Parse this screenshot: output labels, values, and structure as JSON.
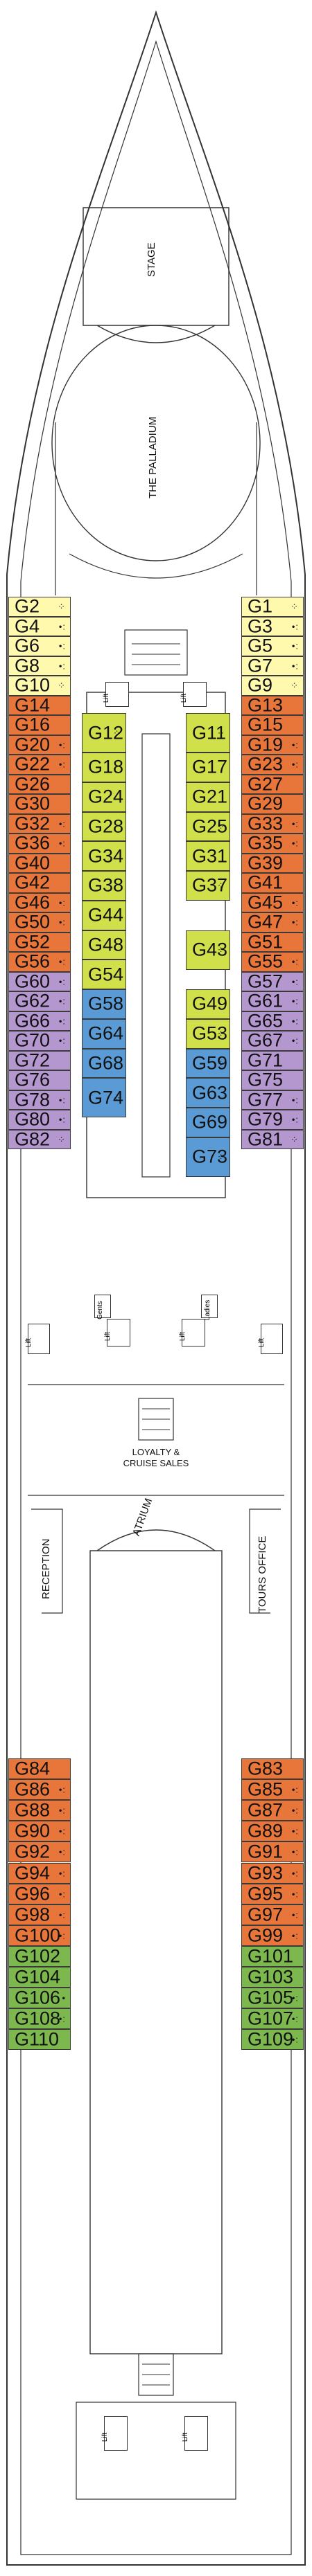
{
  "colors": {
    "yellow": "#fff9ae",
    "orange": "#e8763a",
    "lime": "#cfe04a",
    "blue": "#5b9bd5",
    "purple": "#b497cf",
    "green": "#7cb84e",
    "outline": "#3a3a3a"
  },
  "labels": {
    "stage": "STAGE",
    "palladium": "THE PALLADIUM",
    "atrium": "ATRIUM",
    "reception": "RECEPTION",
    "tours_office": "TOURS OFFICE",
    "loyalty": "LOYALTY &",
    "cruise_sales": "CRUISE SALES",
    "lift": "Lift",
    "gents": "Gents",
    "ladies": "Ladies"
  },
  "cabins": {
    "fwd_port": [
      {
        "label": "G2",
        "color": "yellow",
        "acc": "⁘"
      },
      {
        "label": "G4",
        "color": "yellow",
        "acc": "•:"
      },
      {
        "label": "G6",
        "color": "yellow",
        "acc": "•:"
      },
      {
        "label": "G8",
        "color": "yellow",
        "acc": "•:"
      },
      {
        "label": "G10",
        "color": "yellow",
        "acc": "⁘"
      },
      {
        "label": "G14",
        "color": "orange",
        "acc": ""
      },
      {
        "label": "G16",
        "color": "orange",
        "acc": ""
      },
      {
        "label": "G20",
        "color": "orange",
        "acc": "•:"
      },
      {
        "label": "G22",
        "color": "orange",
        "acc": "•:"
      },
      {
        "label": "G26",
        "color": "orange",
        "acc": ""
      },
      {
        "label": "G30",
        "color": "orange",
        "acc": ""
      },
      {
        "label": "G32",
        "color": "orange",
        "acc": "•:"
      },
      {
        "label": "G36",
        "color": "orange",
        "acc": "•:"
      },
      {
        "label": "G40",
        "color": "orange",
        "acc": ""
      },
      {
        "label": "G42",
        "color": "orange",
        "acc": ""
      },
      {
        "label": "G46",
        "color": "orange",
        "acc": "•:"
      },
      {
        "label": "G50",
        "color": "orange",
        "acc": "•:"
      },
      {
        "label": "G52",
        "color": "orange",
        "acc": ""
      },
      {
        "label": "G56",
        "color": "orange",
        "acc": "•:"
      },
      {
        "label": "G60",
        "color": "purple",
        "acc": "•:"
      },
      {
        "label": "G62",
        "color": "purple",
        "acc": "•:"
      },
      {
        "label": "G66",
        "color": "purple",
        "acc": "•:"
      },
      {
        "label": "G70",
        "color": "purple",
        "acc": "•:"
      },
      {
        "label": "G72",
        "color": "purple",
        "acc": ""
      },
      {
        "label": "G76",
        "color": "purple",
        "acc": ""
      },
      {
        "label": "G78",
        "color": "purple",
        "acc": "•:"
      },
      {
        "label": "G80",
        "color": "purple",
        "acc": "•:"
      },
      {
        "label": "G82",
        "color": "purple",
        "acc": "⁘"
      }
    ],
    "fwd_stbd": [
      {
        "label": "G1",
        "color": "yellow",
        "acc": "⁘"
      },
      {
        "label": "G3",
        "color": "yellow",
        "acc": "•:"
      },
      {
        "label": "G5",
        "color": "yellow",
        "acc": "•:"
      },
      {
        "label": "G7",
        "color": "yellow",
        "acc": "•:"
      },
      {
        "label": "G9",
        "color": "yellow",
        "acc": "⁘"
      },
      {
        "label": "G13",
        "color": "orange",
        "acc": ""
      },
      {
        "label": "G15",
        "color": "orange",
        "acc": ""
      },
      {
        "label": "G19",
        "color": "orange",
        "acc": "•:"
      },
      {
        "label": "G23",
        "color": "orange",
        "acc": "•:"
      },
      {
        "label": "G27",
        "color": "orange",
        "acc": ""
      },
      {
        "label": "G29",
        "color": "orange",
        "acc": ""
      },
      {
        "label": "G33",
        "color": "orange",
        "acc": "•:"
      },
      {
        "label": "G35",
        "color": "orange",
        "acc": "•:"
      },
      {
        "label": "G39",
        "color": "orange",
        "acc": ""
      },
      {
        "label": "G41",
        "color": "orange",
        "acc": ""
      },
      {
        "label": "G45",
        "color": "orange",
        "acc": "•:"
      },
      {
        "label": "G47",
        "color": "orange",
        "acc": "•:"
      },
      {
        "label": "G51",
        "color": "orange",
        "acc": ""
      },
      {
        "label": "G55",
        "color": "orange",
        "acc": "•:"
      },
      {
        "label": "G57",
        "color": "purple",
        "acc": "•:"
      },
      {
        "label": "G61",
        "color": "purple",
        "acc": "•:"
      },
      {
        "label": "G65",
        "color": "purple",
        "acc": "•:"
      },
      {
        "label": "G67",
        "color": "purple",
        "acc": "•:"
      },
      {
        "label": "G71",
        "color": "purple",
        "acc": ""
      },
      {
        "label": "G75",
        "color": "purple",
        "acc": ""
      },
      {
        "label": "G77",
        "color": "purple",
        "acc": "•:"
      },
      {
        "label": "G79",
        "color": "purple",
        "acc": "•:"
      },
      {
        "label": "G81",
        "color": "purple",
        "acc": "⁘"
      }
    ],
    "inner_port": [
      {
        "label": "G12",
        "color": "lime",
        "acc": "⁘",
        "units": 2
      },
      {
        "label": "G18",
        "color": "lime",
        "acc": "",
        "units": 1.5
      },
      {
        "label": "G24",
        "color": "lime",
        "acc": "",
        "units": 1.5
      },
      {
        "label": "G28",
        "color": "lime",
        "acc": "",
        "units": 1.5
      },
      {
        "label": "G34",
        "color": "lime",
        "acc": "",
        "units": 1.5
      },
      {
        "label": "G38",
        "color": "lime",
        "acc": "",
        "units": 1.5
      },
      {
        "label": "G44",
        "color": "lime",
        "acc": "",
        "units": 1.5
      },
      {
        "label": "G48",
        "color": "lime",
        "acc": "",
        "units": 1.5
      },
      {
        "label": "G54",
        "color": "lime",
        "acc": "",
        "units": 1.5
      },
      {
        "label": "G58",
        "color": "blue",
        "acc": "",
        "units": 1.5
      },
      {
        "label": "G64",
        "color": "blue",
        "acc": "",
        "units": 1.5
      },
      {
        "label": "G68",
        "color": "blue",
        "acc": "",
        "units": 1.5
      },
      {
        "label": "G74",
        "color": "blue",
        "acc": "⁘",
        "units": 2
      }
    ],
    "inner_stbd": [
      {
        "label": "G11",
        "color": "lime",
        "acc": "⁘",
        "units": 2
      },
      {
        "label": "G17",
        "color": "lime",
        "acc": "",
        "units": 1.5
      },
      {
        "label": "G21",
        "color": "lime",
        "acc": "",
        "units": 1.5
      },
      {
        "label": "G25",
        "color": "lime",
        "acc": "⁘",
        "units": 1.5
      },
      {
        "label": "G31",
        "color": "lime",
        "acc": "",
        "units": 1.5
      },
      {
        "label": "G37",
        "color": "lime",
        "acc": "⁘",
        "units": 1.5
      },
      {
        "label": "G43",
        "color": "lime",
        "acc": "⁘",
        "units": 2,
        "gap_before": 1.5
      },
      {
        "label": "G49",
        "color": "lime",
        "acc": "",
        "units": 1.5,
        "gap_before": 1
      },
      {
        "label": "G53",
        "color": "lime",
        "acc": "⁘",
        "units": 1.5
      },
      {
        "label": "G59",
        "color": "blue",
        "acc": "⁘",
        "units": 1.5
      },
      {
        "label": "G63",
        "color": "blue",
        "acc": "",
        "units": 1.5
      },
      {
        "label": "G69",
        "color": "blue",
        "acc": "",
        "units": 1.5
      },
      {
        "label": "G73",
        "color": "blue",
        "acc": "⁘",
        "units": 2
      }
    ],
    "aft_port": [
      {
        "label": "G84",
        "color": "orange",
        "acc": ""
      },
      {
        "label": "G86",
        "color": "orange",
        "acc": "•:"
      },
      {
        "label": "G88",
        "color": "orange",
        "acc": "•:"
      },
      {
        "label": "G90",
        "color": "orange",
        "acc": "•:"
      },
      {
        "label": "G92",
        "color": "orange",
        "acc": "•:"
      },
      {
        "label": "G94",
        "color": "orange",
        "acc": "•:"
      },
      {
        "label": "G96",
        "color": "orange",
        "acc": "•:"
      },
      {
        "label": "G98",
        "color": "orange",
        "acc": "•:"
      },
      {
        "label": "G100",
        "color": "orange",
        "acc": "•:"
      },
      {
        "label": "G102",
        "color": "green",
        "acc": ""
      },
      {
        "label": "G104",
        "color": "green",
        "acc": ""
      },
      {
        "label": "G106",
        "color": "green",
        "acc": "•"
      },
      {
        "label": "G108",
        "color": "green",
        "acc": "•:"
      },
      {
        "label": "G110",
        "color": "green",
        "acc": ""
      }
    ],
    "aft_stbd": [
      {
        "label": "G83",
        "color": "orange",
        "acc": ""
      },
      {
        "label": "G85",
        "color": "orange",
        "acc": "•:"
      },
      {
        "label": "G87",
        "color": "orange",
        "acc": "•:"
      },
      {
        "label": "G89",
        "color": "orange",
        "acc": "•:"
      },
      {
        "label": "G91",
        "color": "orange",
        "acc": "•:"
      },
      {
        "label": "G93",
        "color": "orange",
        "acc": "•:"
      },
      {
        "label": "G95",
        "color": "orange",
        "acc": "•:"
      },
      {
        "label": "G97",
        "color": "orange",
        "acc": "•:"
      },
      {
        "label": "G99",
        "color": "orange",
        "acc": "•:"
      },
      {
        "label": "G101",
        "color": "green",
        "acc": ""
      },
      {
        "label": "G103",
        "color": "green",
        "acc": ""
      },
      {
        "label": "G105",
        "color": "green",
        "acc": "•:"
      },
      {
        "label": "G107",
        "color": "green",
        "acc": "•:"
      },
      {
        "label": "G109",
        "color": "green",
        "acc": "•:"
      }
    ]
  }
}
